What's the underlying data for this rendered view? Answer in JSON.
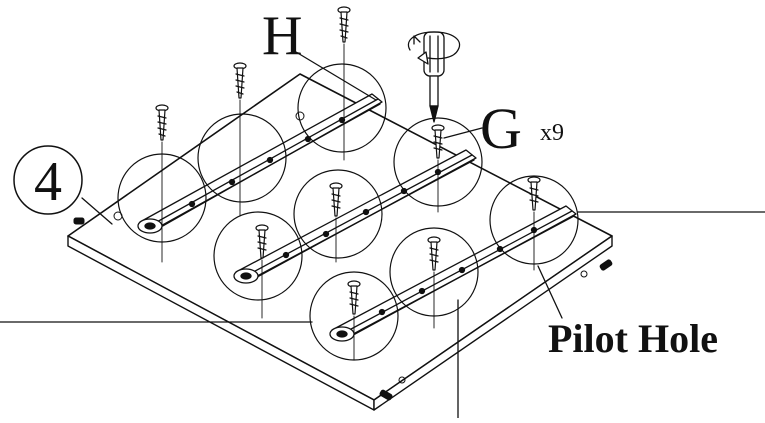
{
  "diagram": {
    "step_number": "4",
    "part_letter_h": "H",
    "part_letter_g": "G",
    "quantity_g": "x9",
    "pilot_hole_label": "Pilot Hole"
  },
  "colors": {
    "ink": "#111111",
    "paper": "#ffffff"
  },
  "icons": {
    "screwdriver": "screwdriver-rotate-icon",
    "screw": "screw-icon"
  }
}
